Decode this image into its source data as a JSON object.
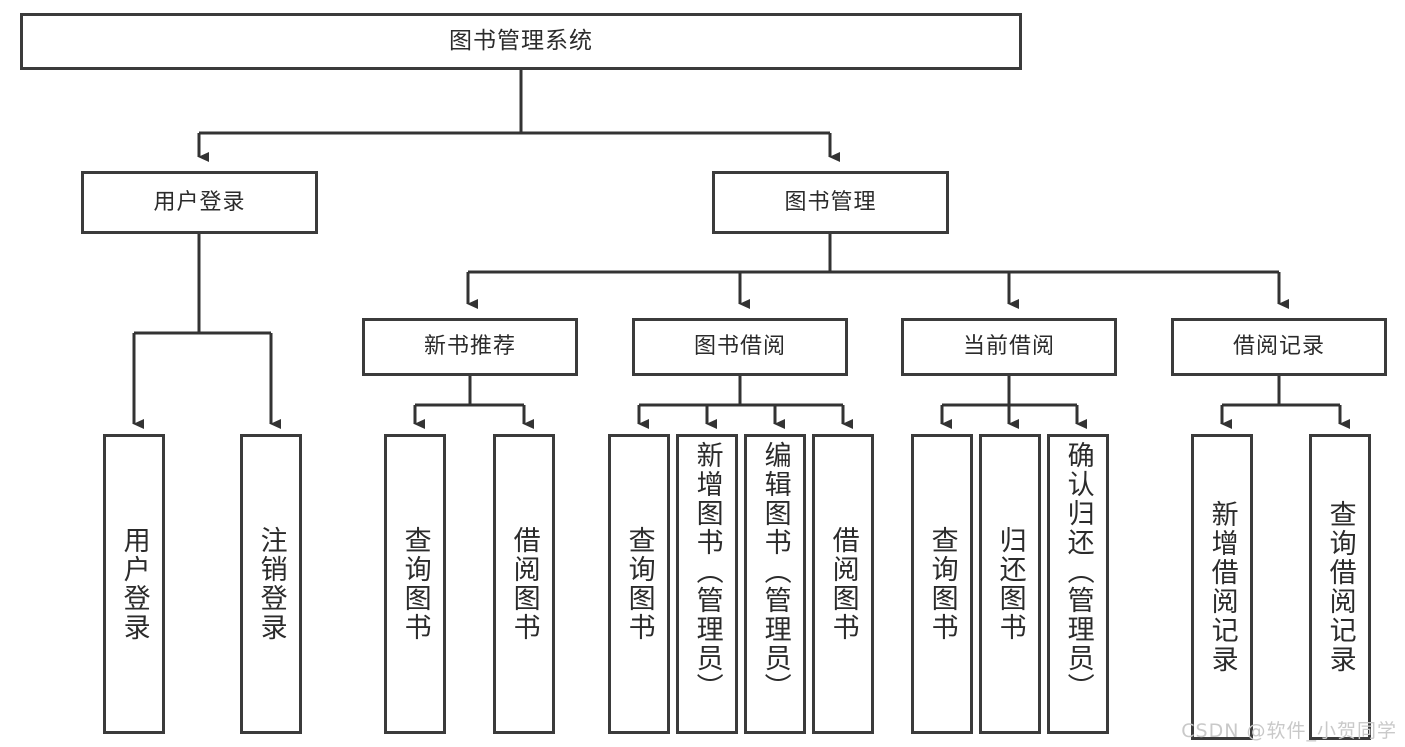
{
  "diagram": {
    "title": "图书管理系统",
    "type": "tree",
    "orientation": "top-down",
    "colors": {
      "background": "#ffffff",
      "border": "#3b3b3b",
      "line": "#333333",
      "text": "#2b2b2b",
      "watermark": "#c9c9c9"
    },
    "root": {
      "label": "图书管理系统"
    },
    "level1": [
      {
        "key": "user_login",
        "label": "用户登录"
      },
      {
        "key": "book_manage",
        "label": "图书管理"
      }
    ],
    "level2": [
      {
        "key": "new_book_rec",
        "label": "新书推荐",
        "parent": "book_manage"
      },
      {
        "key": "book_borrow",
        "label": "图书借阅",
        "parent": "book_manage"
      },
      {
        "key": "current_borrow",
        "label": "当前借阅",
        "parent": "book_manage"
      },
      {
        "key": "borrow_record",
        "label": "借阅记录",
        "parent": "book_manage"
      }
    ],
    "leaves": {
      "user_login": [
        {
          "label": "用户登录"
        },
        {
          "label": "注销登录"
        }
      ],
      "new_book_rec": [
        {
          "label": "查询图书"
        },
        {
          "label": "借阅图书"
        }
      ],
      "book_borrow": [
        {
          "label": "查询图书"
        },
        {
          "label": "新增图书（管理员）"
        },
        {
          "label": "编辑图书（管理员）"
        },
        {
          "label": "借阅图书"
        }
      ],
      "current_borrow": [
        {
          "label": "查询图书"
        },
        {
          "label": "归还图书"
        },
        {
          "label": "确认归还（管理员）"
        }
      ],
      "borrow_record": [
        {
          "label": "新增借阅记录"
        },
        {
          "label": "查询借阅记录"
        }
      ]
    }
  },
  "watermark": {
    "text": "CSDN @软件_小贺同学"
  }
}
